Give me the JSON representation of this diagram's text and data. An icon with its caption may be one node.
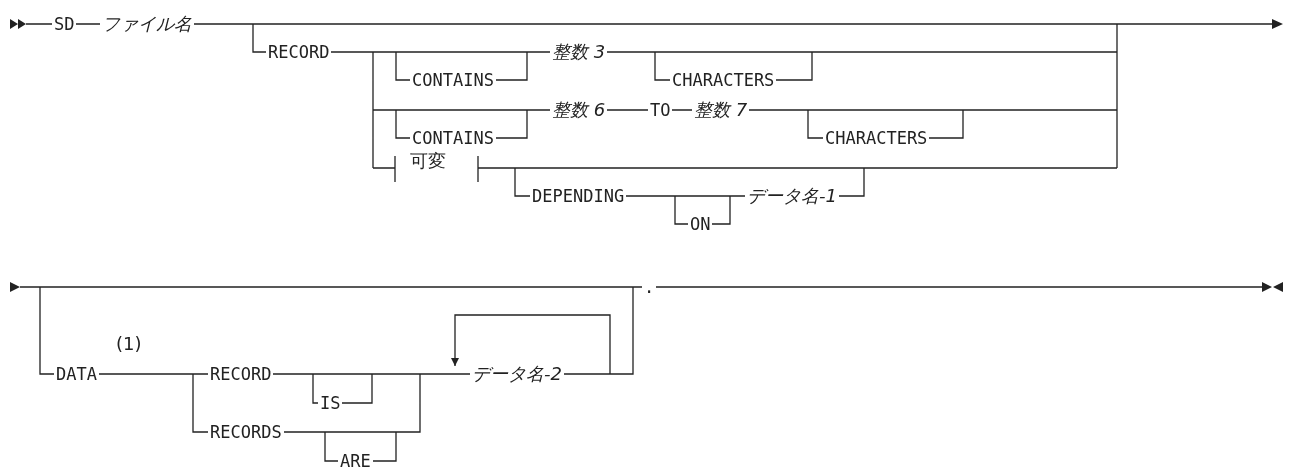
{
  "diagram": {
    "labels": [
      "SD",
      "ファイル名",
      "RECORD",
      "CONTAINS",
      "整数 3",
      "CHARACTERS",
      "CONTAINS",
      "整数 6",
      "TO",
      "整数 7",
      "CHARACTERS",
      "可変",
      "DEPENDING",
      "ON",
      "データ名-1",
      "(1)",
      "DATA",
      "RECORD",
      "IS",
      "RECORDS",
      "ARE",
      "データ名-2",
      "."
    ]
  }
}
